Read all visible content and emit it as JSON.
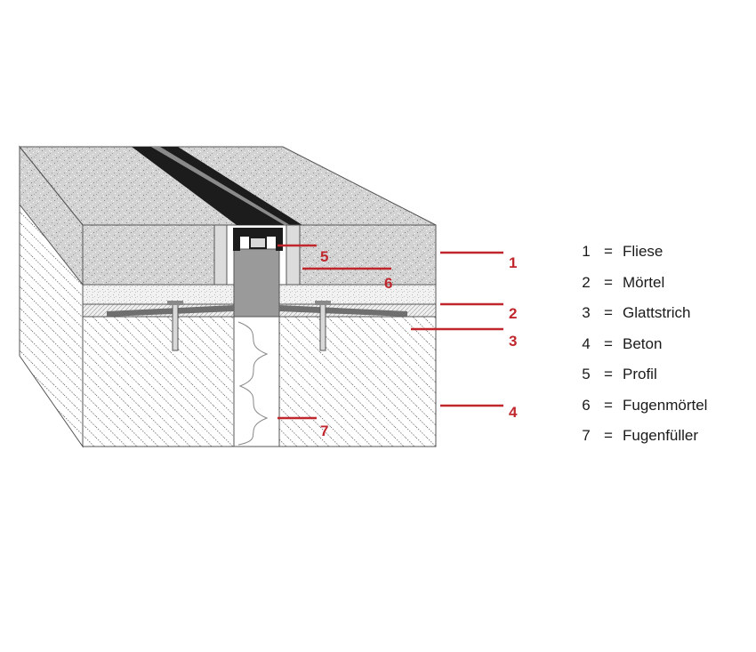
{
  "colors": {
    "callout": "#c0272d",
    "text": "#1a1a1a",
    "outline": "#555555",
    "speckle_bg": "#cfcfcf",
    "profile_black": "#1c1c1c",
    "profile_grey": "#8a8a8a"
  },
  "callouts": [
    {
      "id": "5",
      "num": "5"
    },
    {
      "id": "6",
      "num": "6"
    },
    {
      "id": "1",
      "num": "1"
    },
    {
      "id": "2",
      "num": "2"
    },
    {
      "id": "3",
      "num": "3"
    },
    {
      "id": "4",
      "num": "4"
    },
    {
      "id": "7",
      "num": "7"
    }
  ],
  "legend": [
    {
      "num": "1",
      "eq": "=",
      "label": "Fliese"
    },
    {
      "num": "2",
      "eq": "=",
      "label": "Mörtel"
    },
    {
      "num": "3",
      "eq": "=",
      "label": "Glattstrich"
    },
    {
      "num": "4",
      "eq": "=",
      "label": "Beton"
    },
    {
      "num": "5",
      "eq": "=",
      "label": "Profil"
    },
    {
      "num": "6",
      "eq": "=",
      "label": "Fugenmörtel"
    },
    {
      "num": "7",
      "eq": "=",
      "label": "Fugenfüller"
    }
  ]
}
